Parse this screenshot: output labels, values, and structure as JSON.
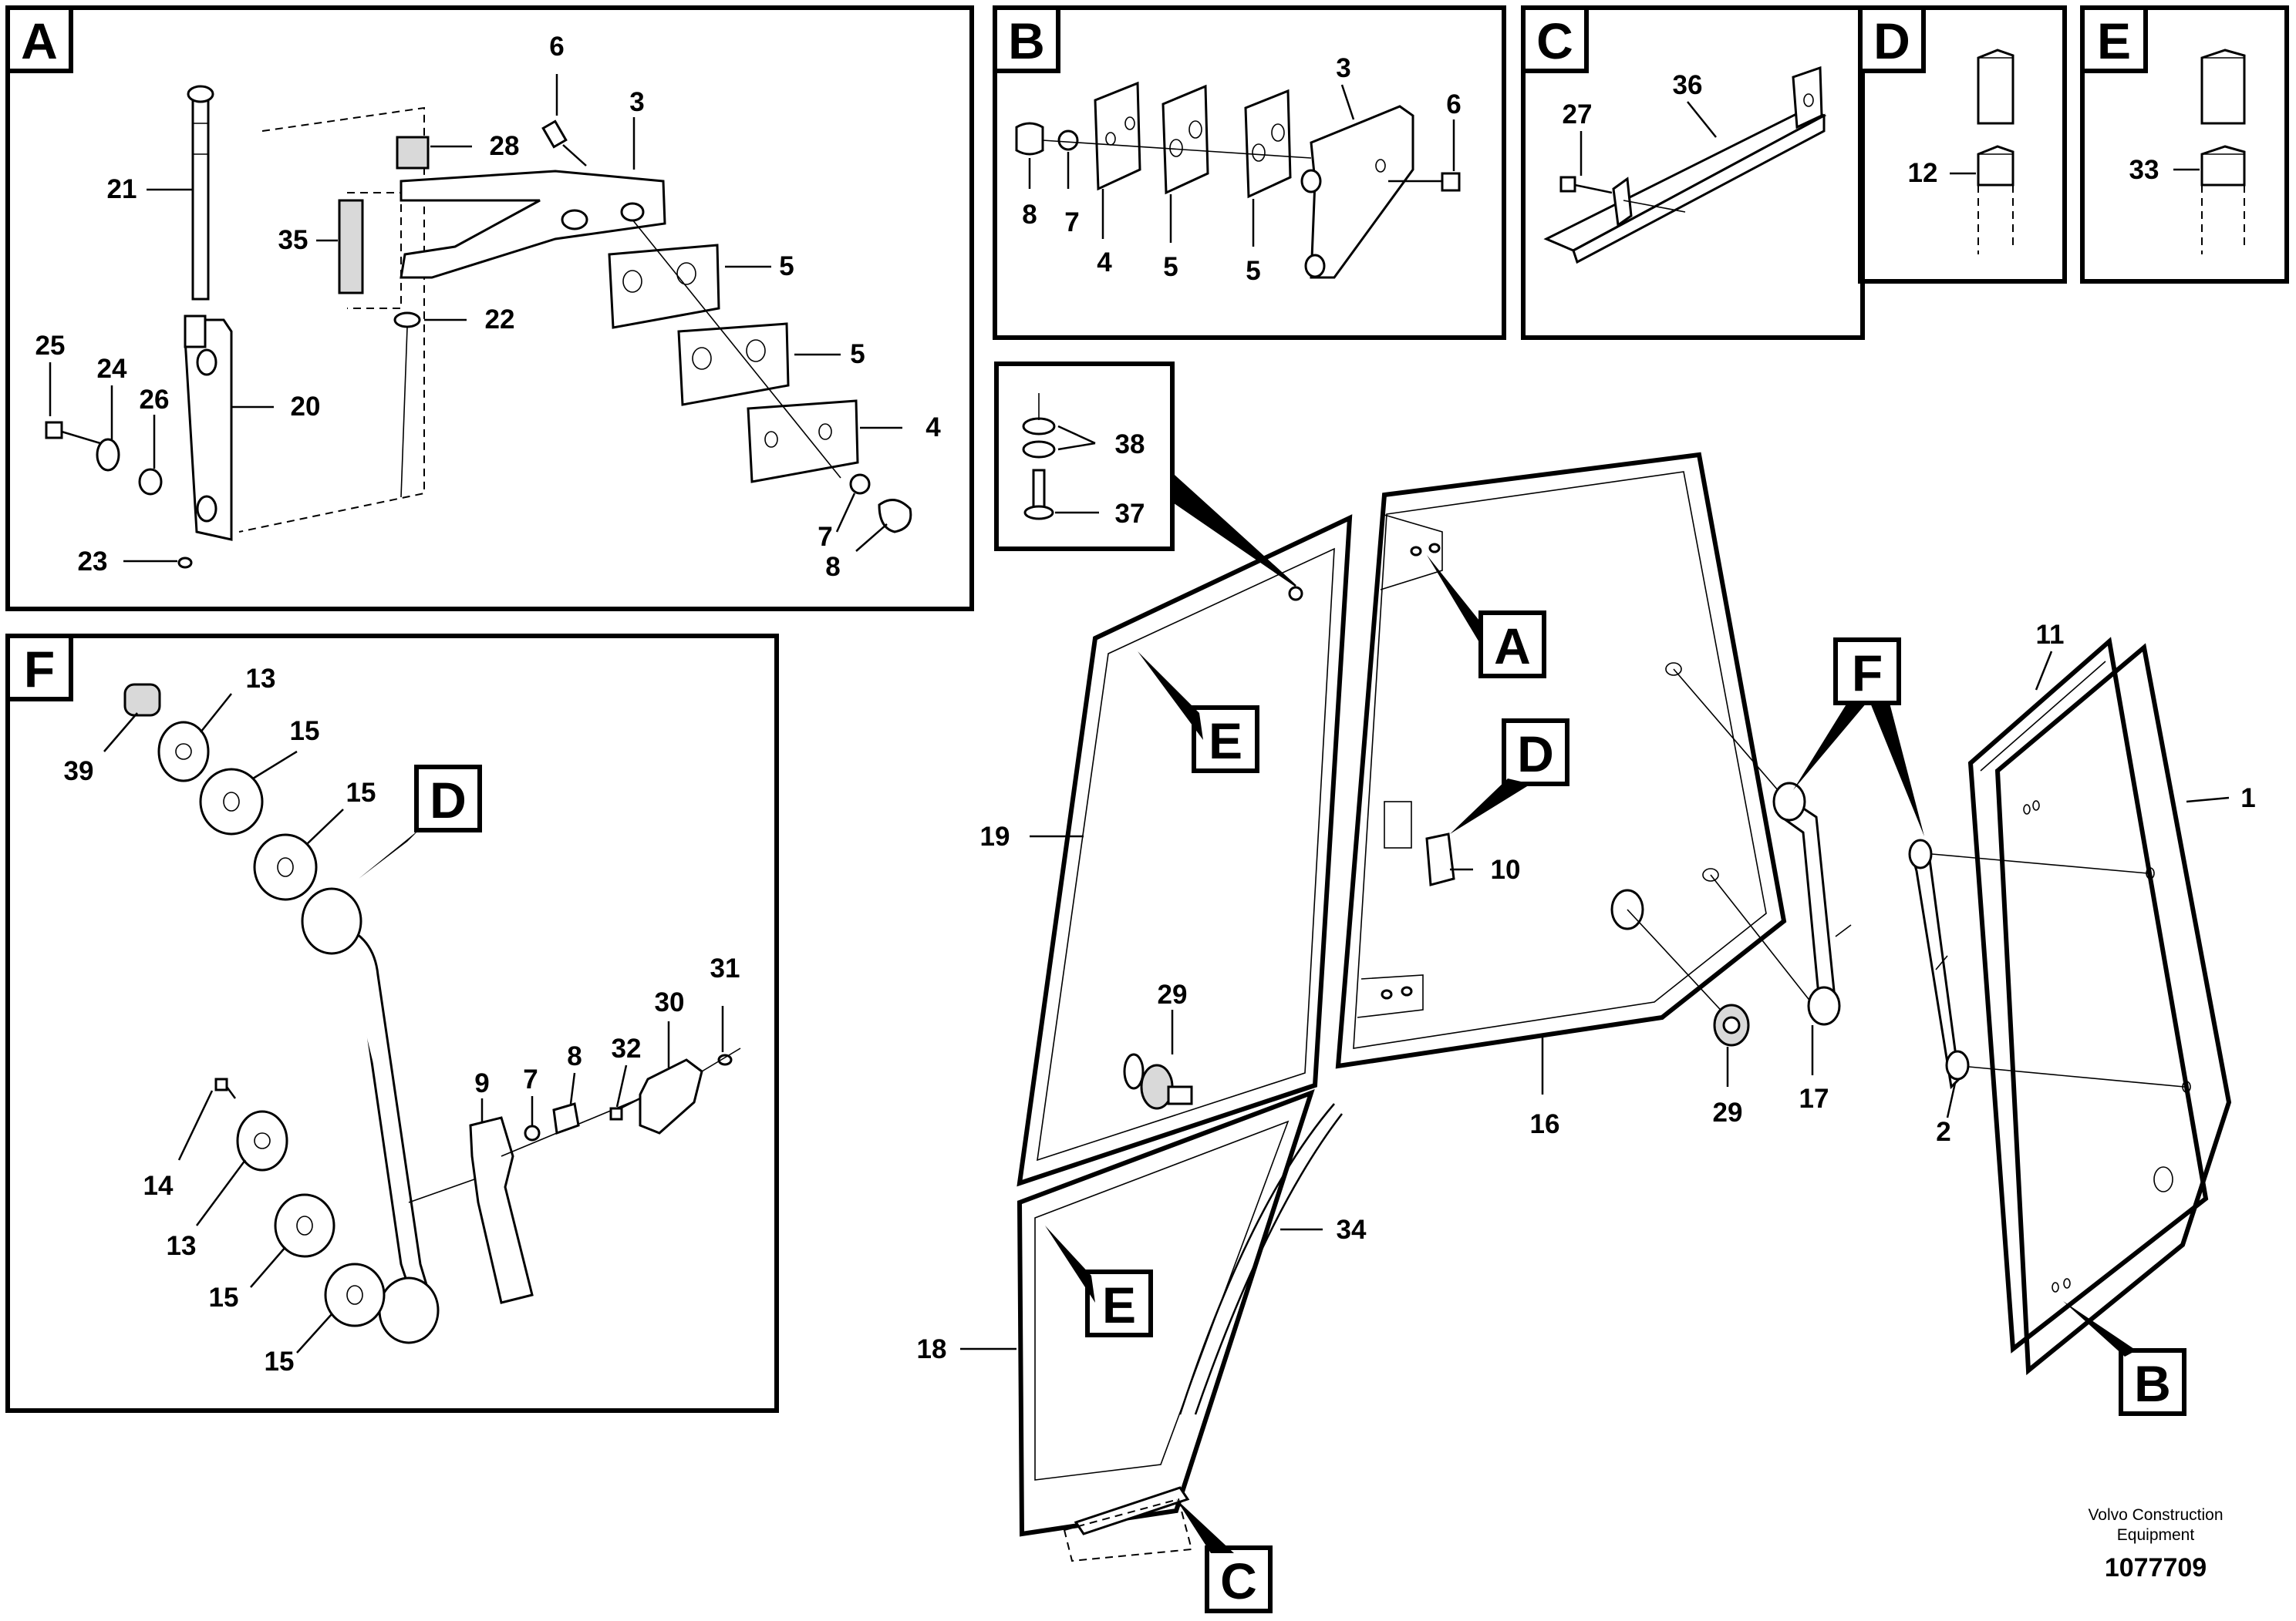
{
  "footer": {
    "brand_line1": "Volvo Construction",
    "brand_line2": "Equipment",
    "doc_number": "1077709"
  },
  "panels": {
    "A": {
      "letter": "A",
      "labels": [
        "6",
        "3",
        "28",
        "21",
        "35",
        "5",
        "22",
        "5",
        "25",
        "24",
        "26",
        "20",
        "4",
        "7",
        "23",
        "8"
      ]
    },
    "B": {
      "letter": "B",
      "labels": [
        "3",
        "6",
        "8",
        "7",
        "4",
        "5",
        "5"
      ]
    },
    "C": {
      "letter": "C",
      "labels": [
        "36",
        "27"
      ]
    },
    "D": {
      "letter": "D",
      "labels": [
        "12"
      ]
    },
    "E": {
      "letter": "E",
      "labels": [
        "33"
      ]
    },
    "F": {
      "letter": "F",
      "labels": [
        "13",
        "39",
        "15",
        "15",
        "D",
        "31",
        "30",
        "9",
        "7",
        "8",
        "32",
        "14",
        "13",
        "15",
        "15"
      ]
    },
    "inset": {
      "labels": [
        "38",
        "37"
      ]
    }
  },
  "main_view": {
    "callouts": [
      "A",
      "D",
      "F",
      "E",
      "E",
      "B",
      "C"
    ],
    "part_labels": [
      "11",
      "1",
      "19",
      "10",
      "29",
      "16",
      "29",
      "17",
      "2",
      "34",
      "18"
    ]
  }
}
